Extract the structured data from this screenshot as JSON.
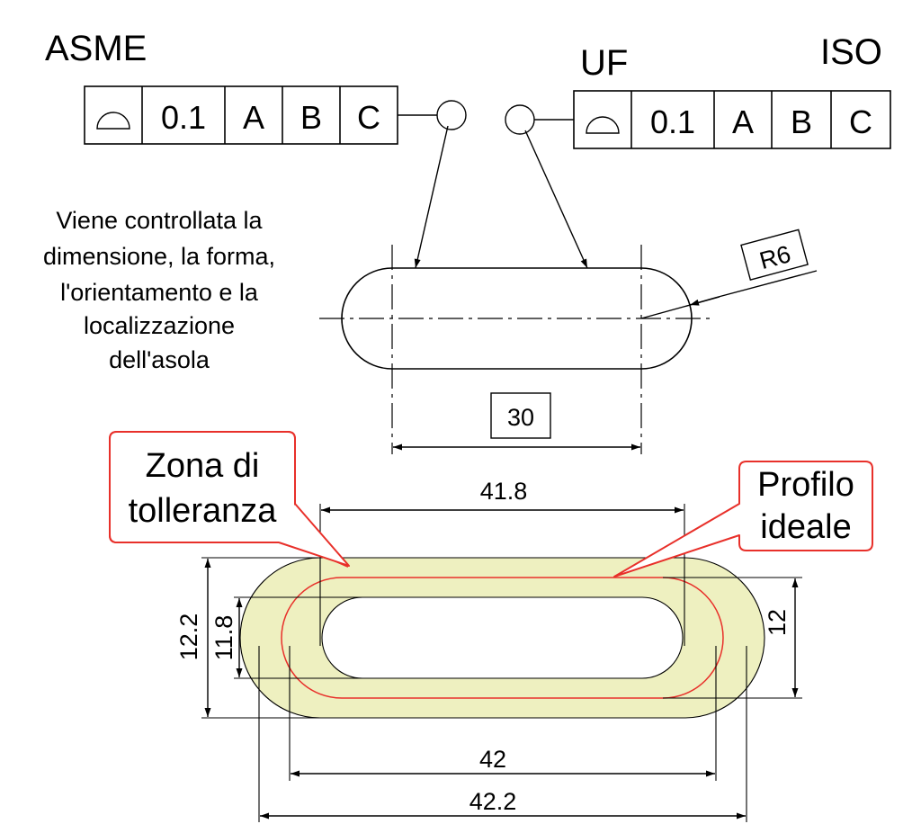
{
  "labels": {
    "asme": "ASME",
    "uf": "UF",
    "iso": "ISO"
  },
  "fcf_asme": {
    "symbol": "profile-of-surface-icon",
    "tolerance": "0.1",
    "datum_a": "A",
    "datum_b": "B",
    "datum_c": "C"
  },
  "fcf_iso": {
    "symbol": "profile-of-surface-icon",
    "tolerance": "0.1",
    "datum_a": "A",
    "datum_b": "B",
    "datum_c": "C"
  },
  "note": {
    "line1": "Viene controllata la",
    "line2": "dimensione, la forma,",
    "line3": "l'orientamento e la",
    "line4": "localizzazione",
    "line5": "dell'asola"
  },
  "dimensions": {
    "radius": "R6",
    "basic_length": "30",
    "inner_length": "41.8",
    "outer_height": "12.2",
    "inner_height": "11.8",
    "nominal_height": "12",
    "nominal_length": "42",
    "outer_length": "42.2"
  },
  "callouts": {
    "zone_line1": "Zona di",
    "zone_line2": "tolleranza",
    "profile_line1": "Profilo",
    "profile_line2": "ideale"
  },
  "colors": {
    "tolerance_zone": "#eef0c0",
    "ideal_profile": "#e8302a",
    "callout_border": "#e8302a"
  }
}
